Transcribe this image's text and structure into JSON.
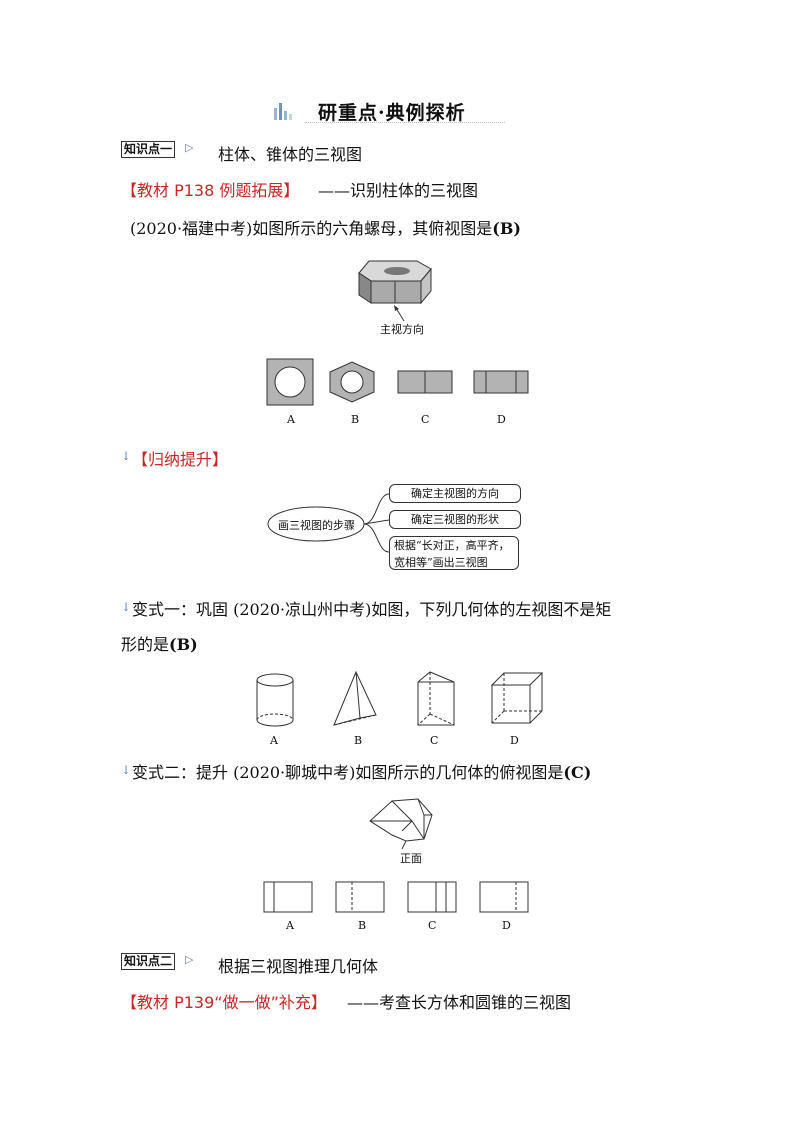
{
  "header": {
    "title": "研重点·典例探析"
  },
  "point1": {
    "tag": "知识点一",
    "heading": "柱体、锥体的三视图"
  },
  "source1": {
    "bracket_text": "【教材 P138 例题拓展】",
    "rest": "——识别柱体的三视图"
  },
  "q1": {
    "text": "(2020·福建中考)如图所示的六角螺母，其俯视图是",
    "answer": "(B)",
    "figure_caption": "主视方向",
    "options": [
      "A",
      "B",
      "C",
      "D"
    ]
  },
  "summary": {
    "label": "【归纳提升】",
    "center": "画三视图的步骤",
    "steps": [
      "确定主视图的方向",
      "确定三视图的形状",
      "根据“长对正，高平齐，",
      "宽相等”画出三视图"
    ]
  },
  "v1": {
    "text": "变式一：巩固  (2020·凉山州中考)如图，下列几何体的左视图不是矩",
    "text2": "形的是",
    "answer": "(B)",
    "options": [
      "A",
      "B",
      "C",
      "D"
    ]
  },
  "v2": {
    "text": "变式二：提升    (2020·聊城中考)如图所示的几何体的俯视图是",
    "answer": "(C)",
    "figure_caption": "正面",
    "options": [
      "A",
      "B",
      "C",
      "D"
    ]
  },
  "point2": {
    "tag": "知识点二",
    "heading": "根据三视图推理几何体"
  },
  "source2": {
    "bracket_text": "【教材 P139“做一做”补充】",
    "rest": "——考查长方体和圆锥的三视图"
  },
  "colors": {
    "accent_red": "#c62828",
    "icon_blue": "#5b7db8"
  }
}
